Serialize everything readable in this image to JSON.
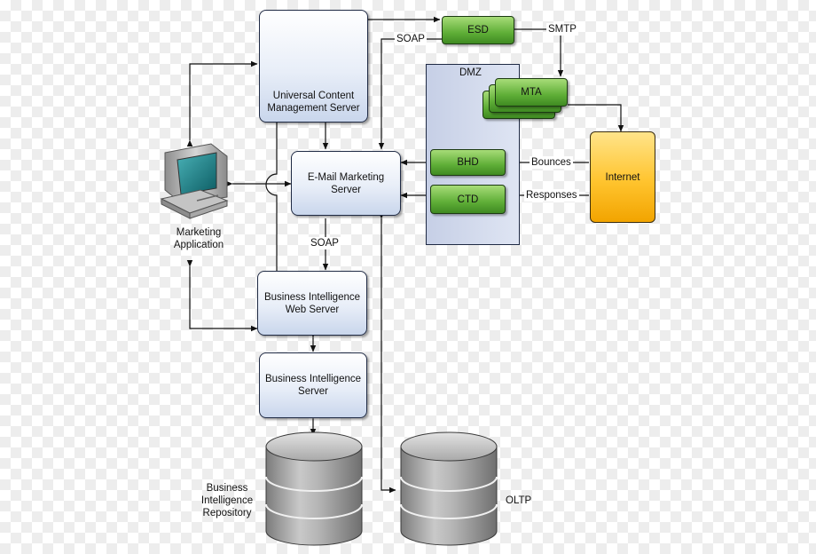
{
  "nodes": {
    "ucm": "Universal Content\nManagement Server",
    "esd": "ESD",
    "dmz": "DMZ",
    "mta": "MTA",
    "email": "E-Mail Marketing\nServer",
    "bhd": "BHD",
    "ctd": "CTD",
    "internet": "Internet",
    "marketing_app": "Marketing\nApplication",
    "bi_web": "Business Intelligence\nWeb Server",
    "bi_server": "Business Intelligence\nServer",
    "bi_repo": "Business\nIntelligence\nRepository",
    "oltp": "OLTP"
  },
  "edge_labels": {
    "soap_top": "SOAP",
    "smtp": "SMTP",
    "bounces": "Bounces",
    "responses": "Responses",
    "soap_mid": "SOAP"
  },
  "icons": [
    "document-stack-icon",
    "computer-monitor-icon",
    "database-cylinder-icon"
  ],
  "colors": {
    "server_box": "#dbe4f3",
    "dmz_zone": "#cfd7ec",
    "dmz_component": "#5fae37",
    "internet": "#ffc42e",
    "database": "#9a9a9a",
    "stroke": "#111111"
  }
}
